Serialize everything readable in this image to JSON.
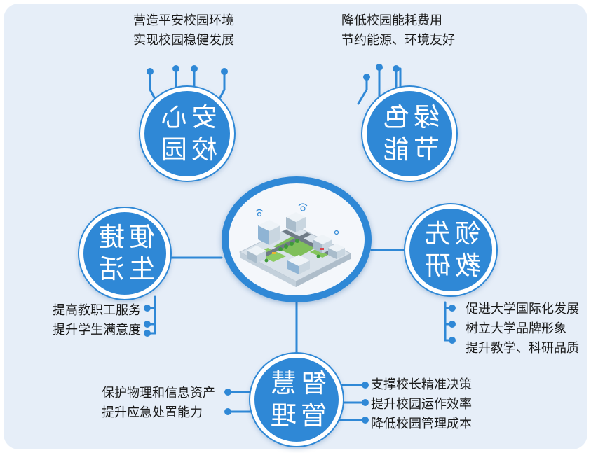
{
  "nodes": {
    "safe_campus": [
      "安心",
      "校园"
    ],
    "green_energy": [
      "绿色",
      "节能"
    ],
    "convenient_life": [
      "便捷",
      "生活"
    ],
    "leading_research": [
      "领先",
      "教研"
    ],
    "smart_management": [
      "智慧",
      "管理"
    ]
  },
  "texts": {
    "safe_campus": [
      "营造平安校园环境",
      "实现校园稳健发展"
    ],
    "green_energy": [
      "降低校园能耗费用",
      "节约能源、环境友好"
    ],
    "convenient_life": [
      "提高教职工服务",
      "提升学生满意度"
    ],
    "leading_research": [
      "促进大学国际化发展",
      "树立大学品牌形象",
      "提升教学、科研品质"
    ],
    "smart_management_right": [
      "支撑校长精准决策",
      "提升校园运作效率",
      "降低校园管理成本"
    ],
    "smart_management_left": [
      "保护物理和信息资产",
      "提升应急处置能力"
    ]
  },
  "colors": {
    "primary": "#2f88d6",
    "line": "#2f88d6",
    "panel": "#e6eef8"
  }
}
